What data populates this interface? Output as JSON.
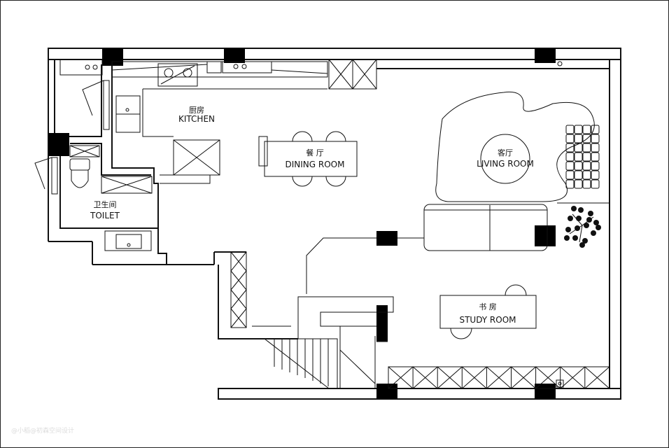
{
  "rooms": {
    "kitchen": {
      "zh": "厨房",
      "en": "KITCHEN"
    },
    "dining": {
      "zh": "餐 厅",
      "en": "DINING ROOM"
    },
    "living": {
      "zh": "客厅",
      "en": "LIVING ROOM"
    },
    "toilet": {
      "zh": "卫生间",
      "en": "TOILET"
    },
    "study": {
      "zh": "书 房",
      "en": "STUDY ROOM"
    }
  },
  "watermark": "@小稻@初森空间设计",
  "colors": {
    "line": "#111111",
    "background": "#ffffff",
    "column": "#000000"
  }
}
